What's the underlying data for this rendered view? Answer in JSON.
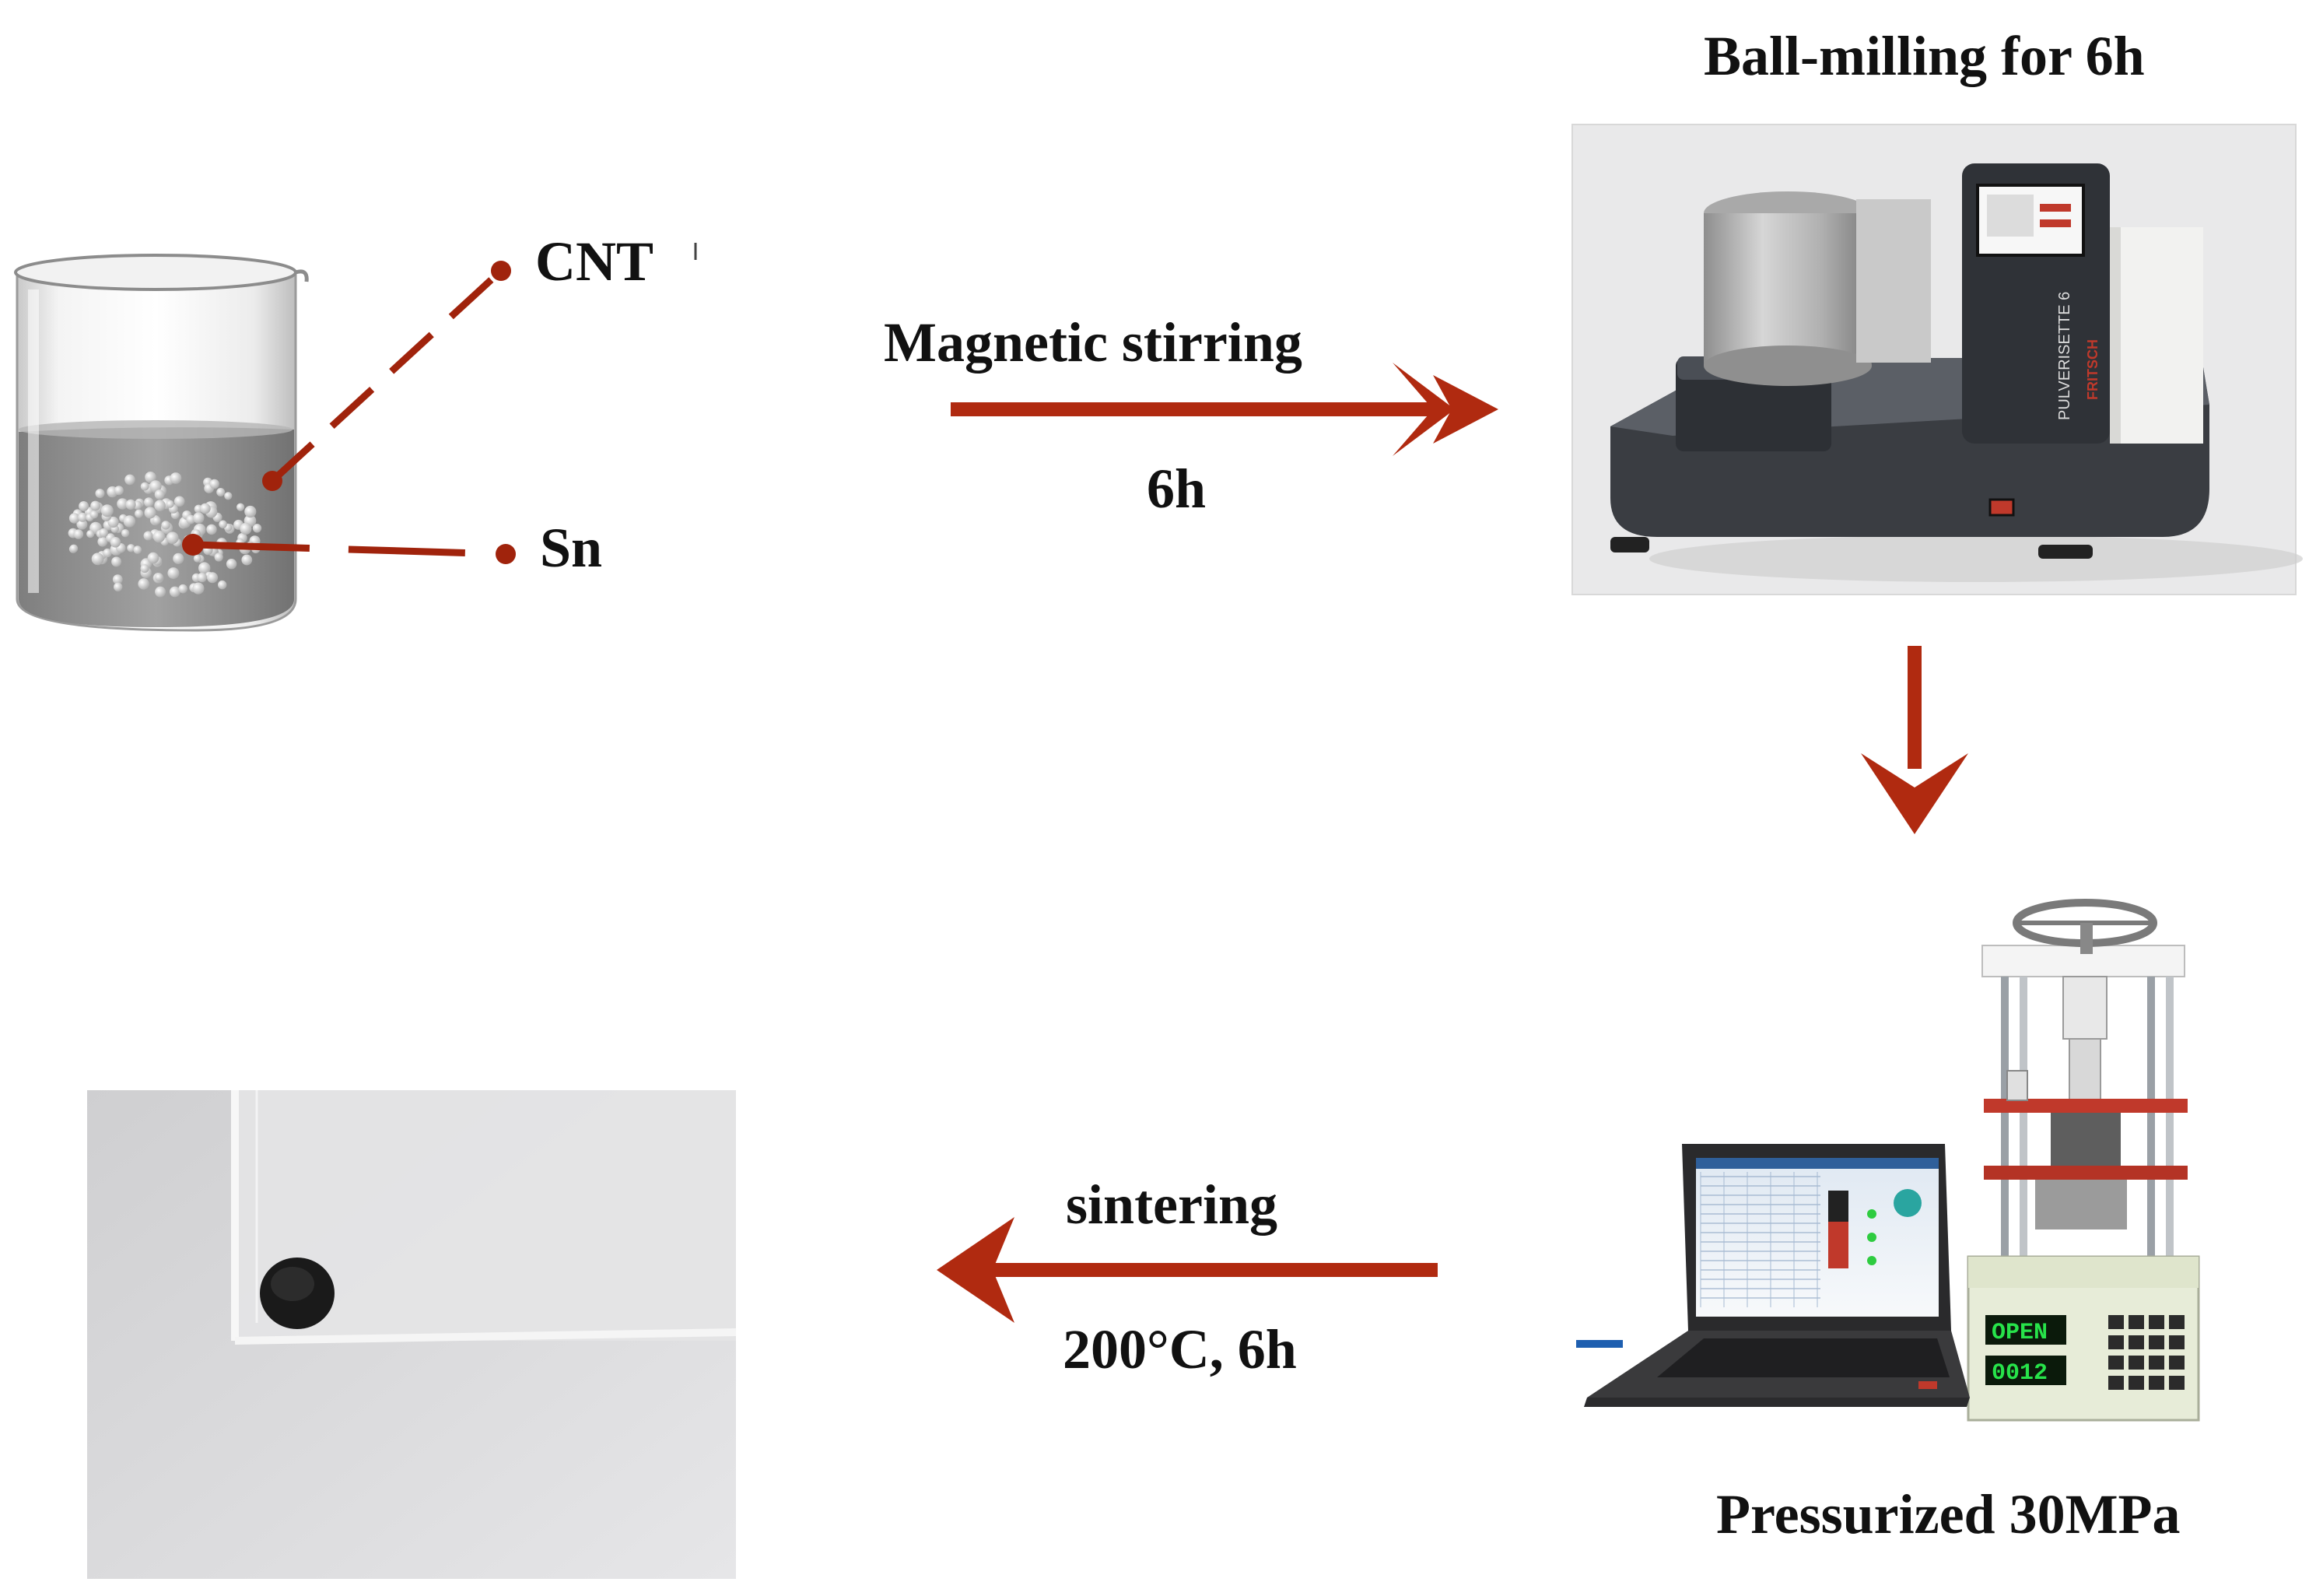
{
  "labels": {
    "cnt": "CNT",
    "sn": "Sn",
    "stirring": "Magnetic stirring",
    "stirring_time": "6h",
    "ball_milling": "Ball-milling for 6h",
    "sintering": "sintering",
    "sintering_condition": "200°C, 6h",
    "pressurized": "Pressurized 30MPa"
  },
  "mill_brand": "PULVERISETTE 6",
  "press_display": {
    "top": "OPEN",
    "bottom": "0012"
  },
  "colors": {
    "arrow": "#b02a10",
    "leader": "#a0230c",
    "text": "#111111"
  }
}
